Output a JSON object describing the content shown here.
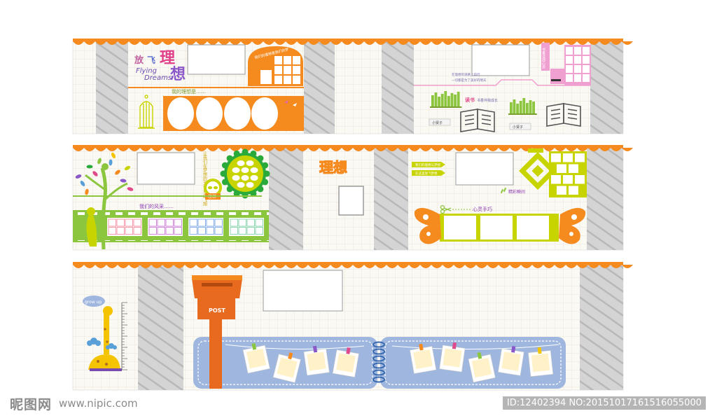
{
  "colors": {
    "orange": "#f58a1f",
    "green": "#8cc63f",
    "yellow_green": "#c8d400",
    "pink": "#f0a0d0",
    "purple": "#a0a0d8",
    "blue_panel": "#9fb7df",
    "gray_stripe": "#cfcfcf",
    "grid_line": "#e9e6de"
  },
  "panel1": {
    "title_chars": [
      "放",
      "飞",
      "理",
      "想"
    ],
    "flying": "Flying",
    "dreams": "Dreams",
    "dream_label": "我的理想是……",
    "arch_text": "我们的理想是我们的梦",
    "quote_line1": "在理想的道路上前行",
    "quote_line2": "一切都是为了美好的明天",
    "reading_label": "读书",
    "reading_sub": "书香伴我成长",
    "stand_label1": "小贤子",
    "stand_label2": "小贤子",
    "pink_vertical": "书香浸润心灵"
  },
  "panel2": {
    "vertical_text": "让我们在梦想的天空自由飞翔",
    "sun_label": "榜样",
    "style_label": "我们的风采……",
    "mid_title": "理想",
    "right_tag1": "我们的理想与梦想",
    "right_tag2": "在这里放飞梦想",
    "highlight_label": "精彩瞬间",
    "craft_label": "心灵手巧"
  },
  "panel3": {
    "growup": "grow up",
    "post": "POST"
  },
  "watermark": {
    "logo": "昵图网",
    "url": "www.nipic.com",
    "id_text": "ID:12402394 NO:20151017161516055000"
  }
}
